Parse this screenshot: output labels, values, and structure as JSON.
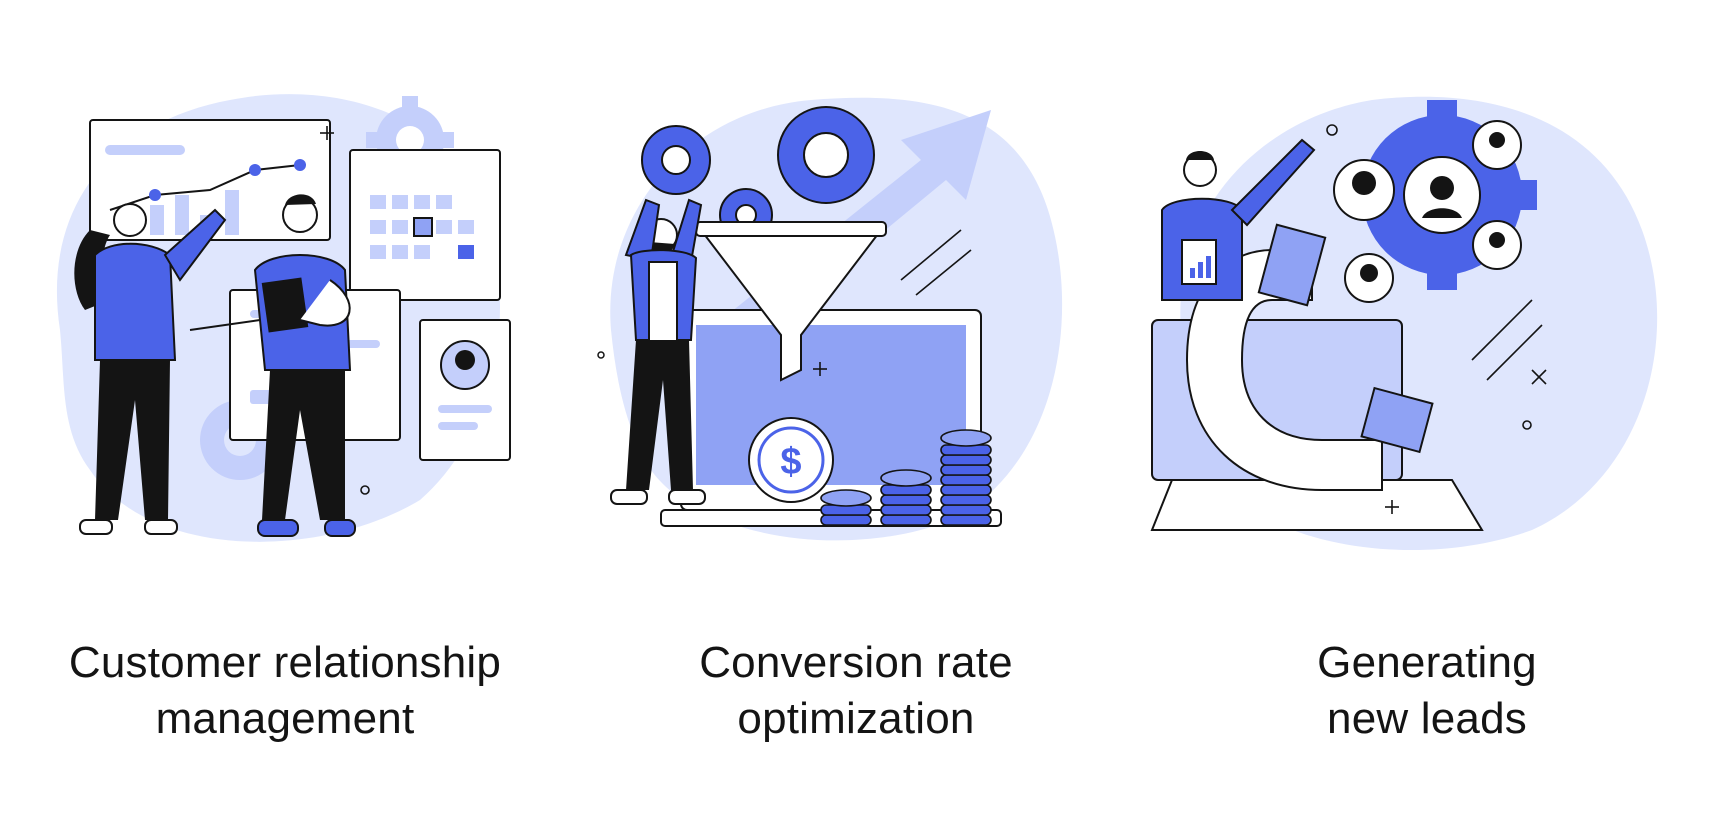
{
  "colors": {
    "blue": "#4b63e8",
    "blue_mid": "#8fa2f4",
    "blue_soft": "#c4cffb",
    "blue_bg": "#dfe6fd",
    "ink": "#141414",
    "white": "#ffffff"
  },
  "panels": [
    {
      "illustration_icon": "crm-team-dashboard-icon",
      "caption_lines": [
        "Customer relationship",
        "management"
      ]
    },
    {
      "illustration_icon": "sales-funnel-coins-icon",
      "caption_lines": [
        "Conversion rate",
        "optimization"
      ]
    },
    {
      "illustration_icon": "magnet-leads-icon",
      "caption_lines": [
        "Generating",
        "new leads"
      ]
    }
  ],
  "symbols": {
    "currency": "$"
  }
}
